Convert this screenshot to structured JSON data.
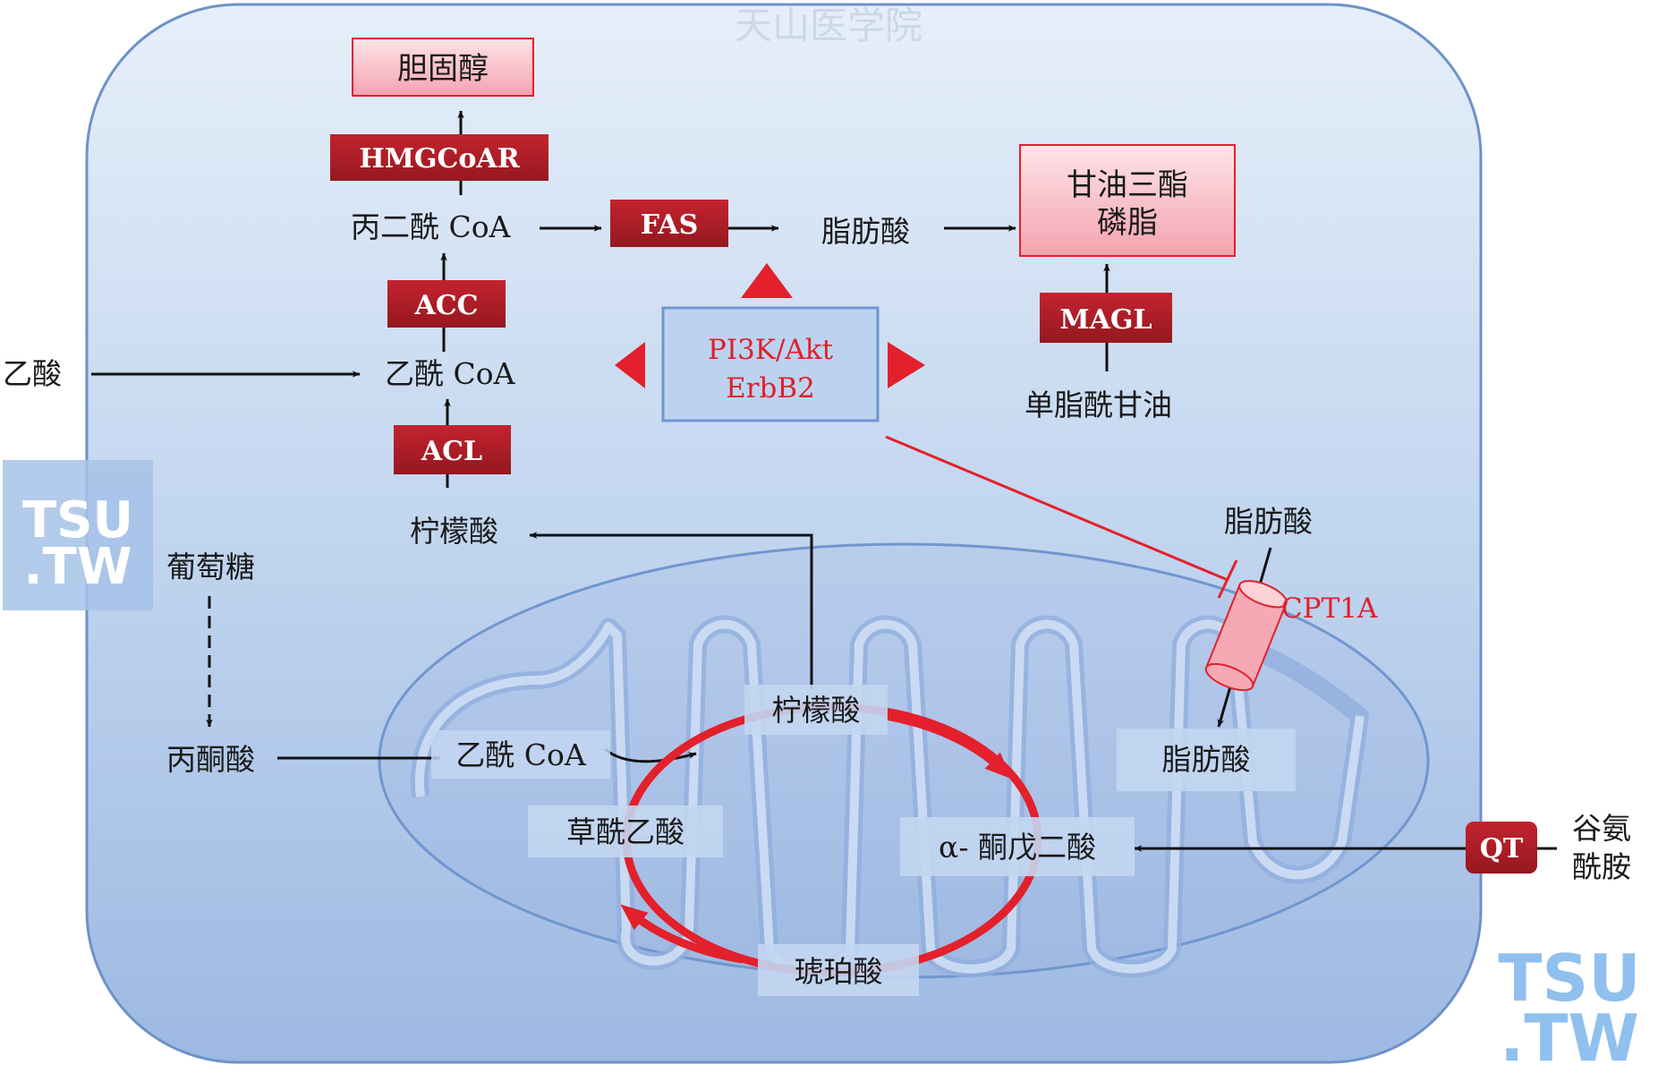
{
  "watermark_top": "天山医学院",
  "watermark_logo": {
    "line1": "TSU",
    "line2": ".TW"
  },
  "colors": {
    "enzyme": "#b3202a",
    "accent_red": "#e0202a",
    "cell": "#bcd2ee",
    "mito": "#a9c1e6",
    "product_box": "#f6b6c0",
    "signal_box": "#bcd3f0"
  },
  "products": {
    "cholesterol": "胆固醇",
    "tg_line1": "甘油三酯",
    "tg_line2": "磷脂"
  },
  "enzymes": {
    "hmgcoar": "HMGCoAR",
    "fas": "FAS",
    "acc": "ACC",
    "acl": "ACL",
    "magl": "MAGL",
    "qt": "QT"
  },
  "metabolites": {
    "malonyl_coa": "丙二酰 CoA",
    "fatty_acid": "脂肪酸",
    "acetic_acid": "乙酸",
    "acetyl_coa": "乙酰 CoA",
    "monoacylglycerol": "单脂酰甘油",
    "citrate": "柠檬酸",
    "glucose": "葡萄糖",
    "fatty_acid_outer": "脂肪酸",
    "pyruvate": "丙酮酸",
    "glutamine_line1": "谷氨",
    "glutamine_line2": "酰胺"
  },
  "signal": {
    "line1": "PI3K/Akt",
    "line2": "ErbB2"
  },
  "transporter": "CPT1A",
  "mito": {
    "acetyl_coa": "乙酰 CoA",
    "citrate": "柠檬酸",
    "oxaloacetate": "草酰乙酸",
    "akg": "α- 酮戊二酸",
    "succinate": "琥珀酸",
    "fatty_acid": "脂肪酸"
  }
}
